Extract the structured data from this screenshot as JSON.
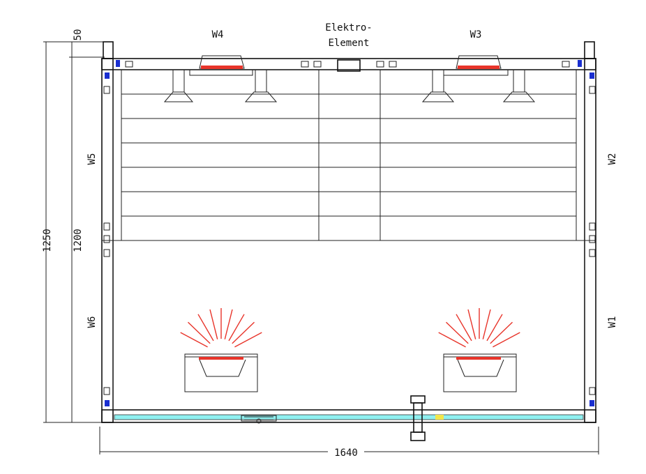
{
  "labels": {
    "w1": "W1",
    "w2": "W2",
    "w3": "W3",
    "w4": "W4",
    "w5": "W5",
    "w6": "W6",
    "elektro_line1": "Elektro-",
    "elektro_line2": "Element"
  },
  "dimensions": {
    "top_gap": "50",
    "inner_height": "1200",
    "total_height": "1250",
    "total_width": "1640"
  },
  "colors": {
    "line": "#222222",
    "heater_red": "#e8342a",
    "glass_cyan": "#8ff0f0",
    "marker_blue": "#1a2fd0",
    "marker_yellow": "#f2e64a"
  },
  "icons": {
    "heater": "infrared-heater-icon",
    "seat_leg": "bench-leg-icon",
    "door_handle": "door-handle-icon"
  }
}
